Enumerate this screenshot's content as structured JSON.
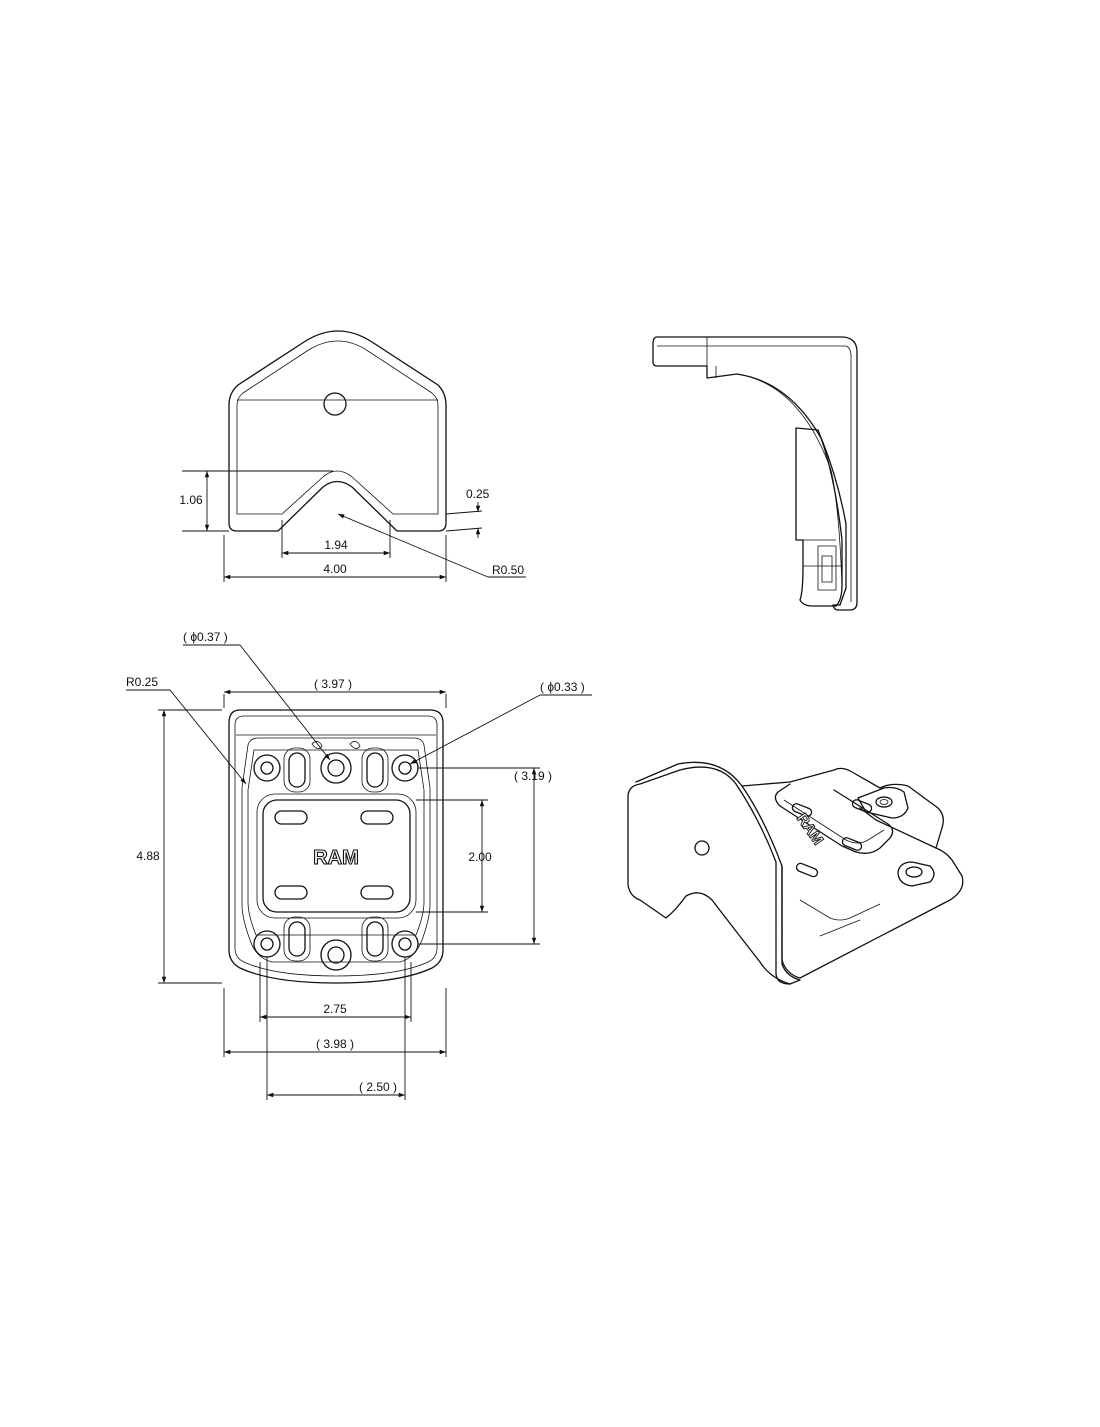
{
  "views": {
    "top": {
      "dims": {
        "height": "1.06",
        "thickness": "0.25",
        "notch_width": "1.94",
        "width": "4.00",
        "radius": "R0.50"
      }
    },
    "bottom": {
      "logo": "RAM",
      "dims": {
        "hole_large": "( ϕ0.37 )",
        "hole_small": "( ϕ0.33 )",
        "corner_radius": "R0.25",
        "overall_top": "( 3.97 )",
        "overall_height": "4.88",
        "hole_spacing_v": "( 3.19 )",
        "pad_height": "2.00",
        "pad_width": "2.75",
        "overall_bottom": "( 3.98 )",
        "hole_spacing_h": "( 2.50 )"
      }
    },
    "iso": {
      "logo": "RAM"
    }
  },
  "colors": {
    "line": "#111111",
    "background": "#ffffff"
  }
}
